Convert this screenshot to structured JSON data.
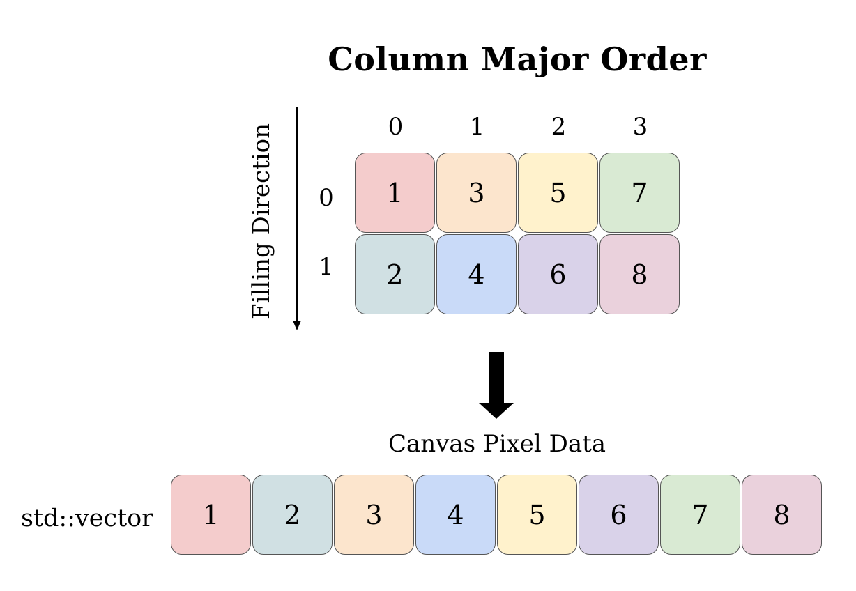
{
  "title": "Column Major Order",
  "fill_direction_label": "Filling Direction",
  "column_indices": [
    "0",
    "1",
    "2",
    "3"
  ],
  "row_indices": [
    "0",
    "1"
  ],
  "matrix": [
    [
      {
        "value": "1",
        "color": "#f4cccc"
      },
      {
        "value": "3",
        "color": "#fce5cd"
      },
      {
        "value": "5",
        "color": "#fff2cc"
      },
      {
        "value": "7",
        "color": "#d9ead3"
      }
    ],
    [
      {
        "value": "2",
        "color": "#d0e0e3"
      },
      {
        "value": "4",
        "color": "#c9daf8"
      },
      {
        "value": "6",
        "color": "#d9d2e9"
      },
      {
        "value": "8",
        "color": "#ead1dc"
      }
    ]
  ],
  "output_label": "Canvas Pixel Data",
  "vector_label": "std::vector",
  "vector": [
    {
      "value": "1",
      "color": "#f4cccc"
    },
    {
      "value": "2",
      "color": "#d0e0e3"
    },
    {
      "value": "3",
      "color": "#fce5cd"
    },
    {
      "value": "4",
      "color": "#c9daf8"
    },
    {
      "value": "5",
      "color": "#fff2cc"
    },
    {
      "value": "6",
      "color": "#d9d2e9"
    },
    {
      "value": "7",
      "color": "#d9ead3"
    },
    {
      "value": "8",
      "color": "#ead1dc"
    }
  ]
}
